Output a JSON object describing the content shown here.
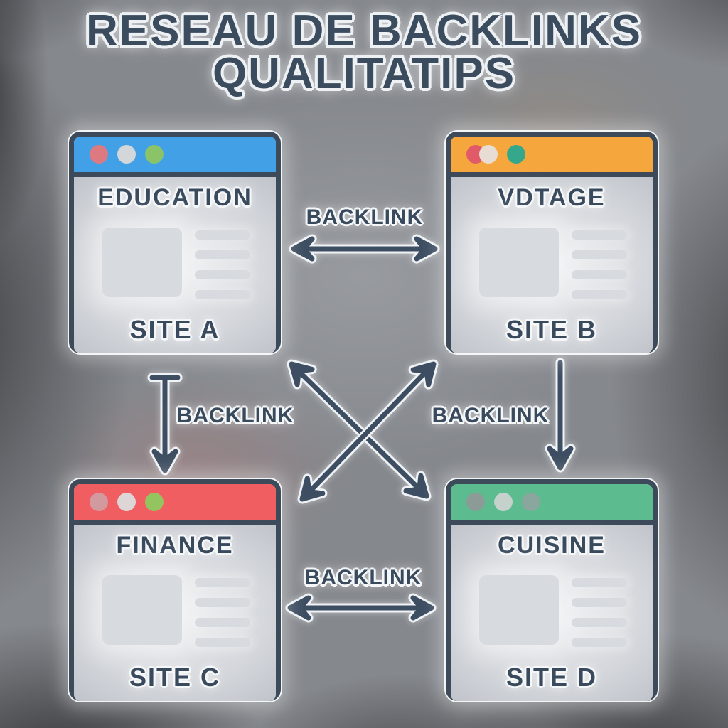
{
  "title": {
    "line1": "RESEAU DE BACKLINKS",
    "line2": "QUALITATIPS"
  },
  "colors": {
    "text_dark": "#3c4c5f",
    "window_border": "#3c4a5a",
    "arrow": "#3e4e62",
    "site_a_header": "#42a1e6",
    "site_b_header": "#f5a73e",
    "site_c_header": "#f05e62",
    "site_d_header": "#5cbb8f"
  },
  "sites": [
    {
      "category": "EDUCATION",
      "name": "SITE A",
      "header_color": "#42a1e6",
      "dot_colors": [
        "#dd7a81",
        "#d4d7d9",
        "#8bc468"
      ]
    },
    {
      "category": "VDTAGE",
      "name": "SITE B",
      "header_color": "#f5a73e",
      "dot_colors": [
        "#e05a68",
        "#e8ddd4",
        "#35a88b"
      ]
    },
    {
      "category": "FINANCE",
      "name": "SITE C",
      "header_color": "#f05e62",
      "dot_colors": [
        "#d29a9e",
        "#ded5d7",
        "#94c45f"
      ]
    },
    {
      "category": "CUISINE",
      "name": "SITE D",
      "header_color": "#5cbb8f",
      "dot_colors": [
        "#8d9b97",
        "#c5d2cc",
        "#89a79c"
      ]
    }
  ],
  "links": [
    {
      "id": "a-b",
      "from": "SITE A",
      "to": "SITE B",
      "label": "BACKLINK",
      "arrows": "double"
    },
    {
      "id": "a-c",
      "from": "SITE A",
      "to": "SITE C",
      "label": "BACKLINK",
      "arrows": "single-down"
    },
    {
      "id": "b-d",
      "from": "SITE B",
      "to": "SITE D",
      "label": "BACKLINK",
      "arrows": "single-down"
    },
    {
      "id": "c-d",
      "from": "SITE C",
      "to": "SITE D",
      "label": "BACKLINK",
      "arrows": "double"
    },
    {
      "id": "a-d",
      "from": "SITE A",
      "to": "SITE D",
      "label": "",
      "arrows": "double"
    },
    {
      "id": "b-c",
      "from": "SITE B",
      "to": "SITE C",
      "label": "",
      "arrows": "double"
    }
  ]
}
